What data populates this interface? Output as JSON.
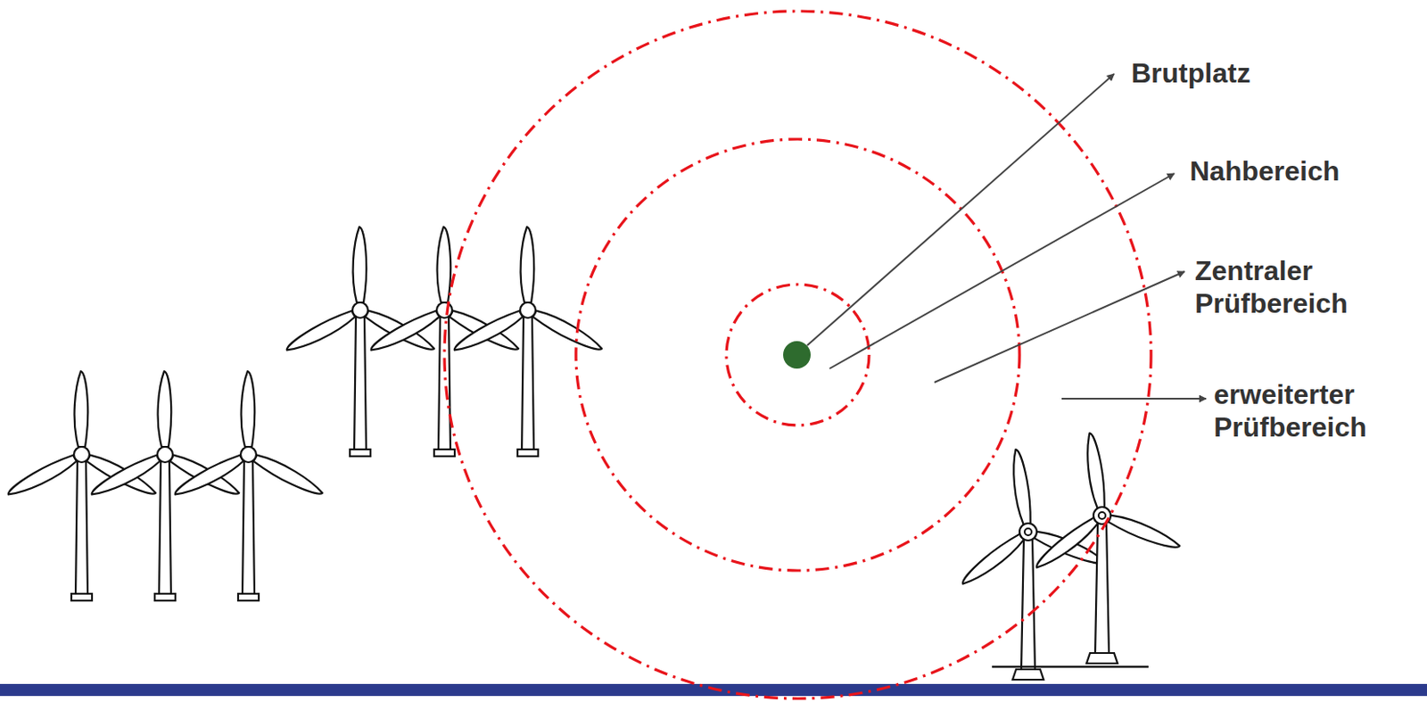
{
  "diagram": {
    "labels": [
      "Brutplatz",
      "Nahbereich",
      "Zentraler Prüfbereich",
      "erweiterter Prüfbereich"
    ]
  }
}
